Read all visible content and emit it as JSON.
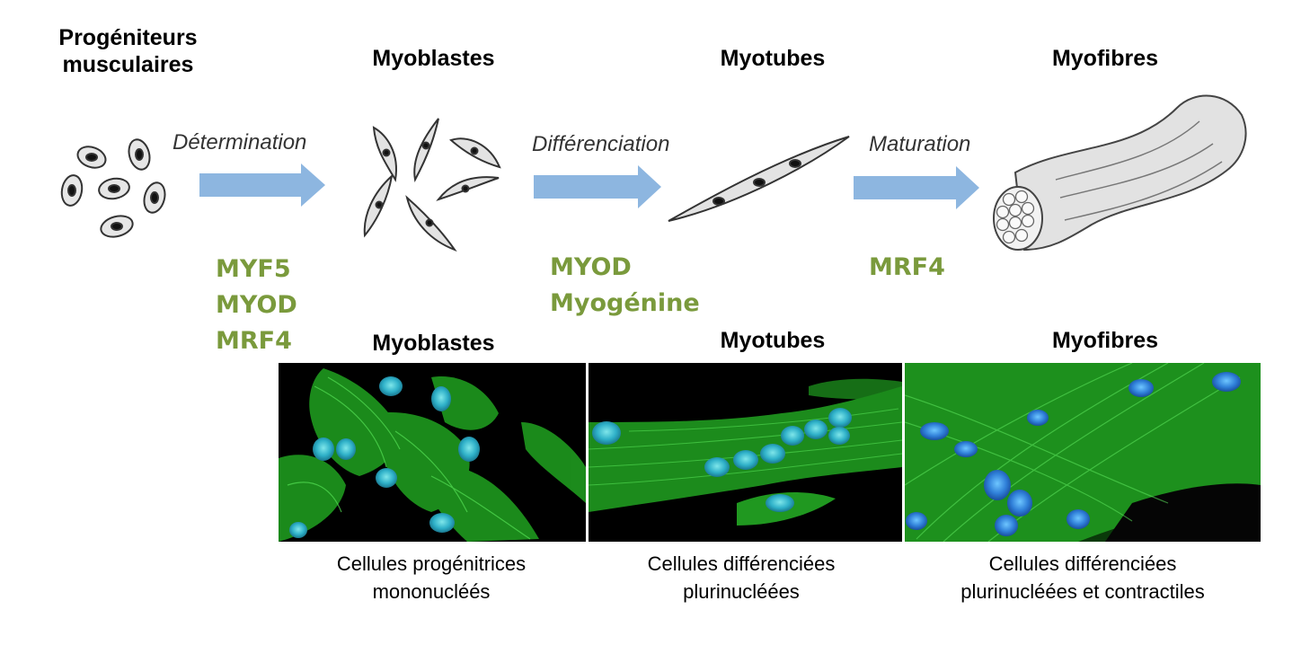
{
  "stages": {
    "progenitors": {
      "line1": "Progéniteurs",
      "line2": "musculaires"
    },
    "myoblasts": "Myoblastes",
    "myotubes": "Myotubes",
    "myofibres": "Myofibres"
  },
  "steps": {
    "determination": {
      "label": "Détermination",
      "markers": [
        "MYF5",
        "MYOD",
        "MRF4"
      ]
    },
    "differentiation": {
      "label": "Différenciation",
      "markers": [
        "MYOD",
        "Myogénine"
      ]
    },
    "maturation": {
      "label": "Maturation",
      "markers": [
        "MRF4"
      ]
    }
  },
  "micrographs": [
    {
      "title": "Myoblastes",
      "caption1": "Cellules progénitrices",
      "caption2": "mononucléés"
    },
    {
      "title": "Myotubes",
      "caption1": "Cellules différenciées",
      "caption2": "plurinucléées"
    },
    {
      "title": "Myofibres",
      "caption1": "Cellules différenciées",
      "caption2": "plurinucléées et contractiles"
    }
  ],
  "colors": {
    "arrow": "#8db6e0",
    "marker_text": "#7a9a3c",
    "actin_green": "#2fbf2f",
    "nucleus_blue": "#2f7fd8"
  }
}
